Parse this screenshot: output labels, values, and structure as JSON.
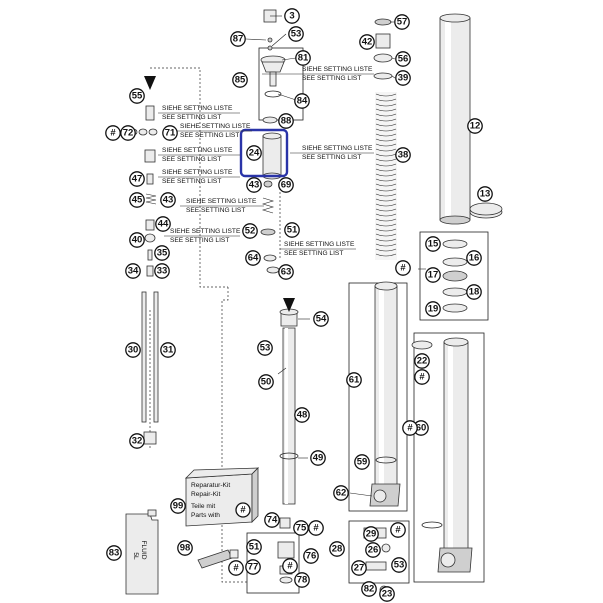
{
  "setting_list": {
    "de": "SIEHE SETTING LISTE",
    "en": "SEE SETTING LIST"
  },
  "repair_kit": {
    "line1": "Reparatur-Kit",
    "line2": "Repair-Kit",
    "line3": "Teile mit",
    "line4": "Parts with",
    "mark": "#"
  },
  "fluid_can": {
    "line1": "FLUID",
    "line2": "5L"
  },
  "callouts": {
    "c3": "3",
    "c87": "87",
    "c53a": "53",
    "c81": "81",
    "c85": "85",
    "c84": "84",
    "c57": "57",
    "c42": "42",
    "c56": "56",
    "c39": "39",
    "c12": "12",
    "c38": "38",
    "c13": "13",
    "c55": "55",
    "c72": "72",
    "c71": "71",
    "c88": "88",
    "c24": "24",
    "c47": "47",
    "c69": "69",
    "c43a": "43",
    "c45": "45",
    "c43b": "43",
    "c44": "44",
    "c40": "40",
    "c35": "35",
    "c52": "52",
    "c51a": "51",
    "c64": "64",
    "c63": "63",
    "c34": "34",
    "c33": "33",
    "c15": "15",
    "c16": "16",
    "c17": "17",
    "c18": "18",
    "c19": "19",
    "c54": "54",
    "c30": "30",
    "c31": "31",
    "c53b": "53",
    "c50": "50",
    "c48": "48",
    "c32": "32",
    "c49": "49",
    "c61": "61",
    "c22": "22",
    "c60": "60",
    "c59": "59",
    "c62": "62",
    "c99": "99",
    "c74": "74",
    "c75": "75",
    "c83": "83",
    "c98": "98",
    "c51b": "51",
    "c76": "76",
    "c77": "77",
    "c78": "78",
    "c28": "28",
    "c29": "29",
    "c26": "26",
    "c27": "27",
    "c53c": "53",
    "c82": "82",
    "c23": "23"
  },
  "hash_marks": {
    "h1": "#",
    "h2": "#",
    "h3": "#",
    "h4": "#",
    "h5": "#",
    "h6": "#",
    "h7": "#",
    "h8": "#",
    "h9": "#"
  },
  "colors": {
    "highlight": "#2a34a8",
    "ink": "#111111",
    "part_fill": "#ececec"
  }
}
